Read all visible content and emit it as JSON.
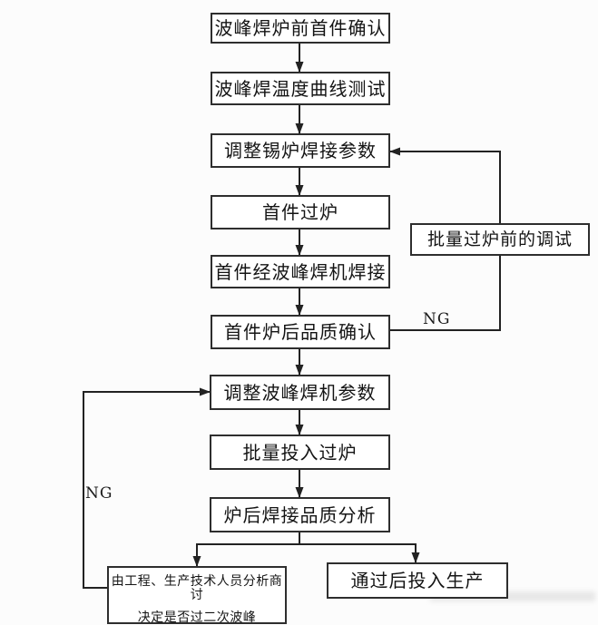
{
  "flowchart": {
    "nodes": {
      "pre_first_confirm": {
        "label": "波峰焊炉前首件确认"
      },
      "temp_curve_test": {
        "label": "波峰焊温度曲线测试"
      },
      "adjust_tin_furnace": {
        "label": "调整锡炉焊接参数"
      },
      "first_piece_through": {
        "label": "首件过炉"
      },
      "first_piece_wave_solder": {
        "label": "首件经波峰焊机焊接"
      },
      "first_piece_post_quality": {
        "label": "首件炉后品质确认"
      },
      "adjust_wave_machine": {
        "label": "调整波峰焊机参数"
      },
      "batch_input_through": {
        "label": "批量投入过炉"
      },
      "post_quality_analysis": {
        "label": "炉后焊接品质分析"
      },
      "engineer_analysis": {
        "line1": "由工程、生产技术人员分析商讨",
        "line2": "决定是否过二次波峰"
      },
      "pass_to_production": {
        "label": "通过后投入生产"
      },
      "batch_debug": {
        "label": "批量过炉前的调试"
      }
    },
    "edge_labels": {
      "ng_top": "NG",
      "ng_bottom": "NG"
    },
    "colors": {
      "line": "#222222",
      "border": "#2e2e2e",
      "background": "#fcfcfc"
    }
  }
}
